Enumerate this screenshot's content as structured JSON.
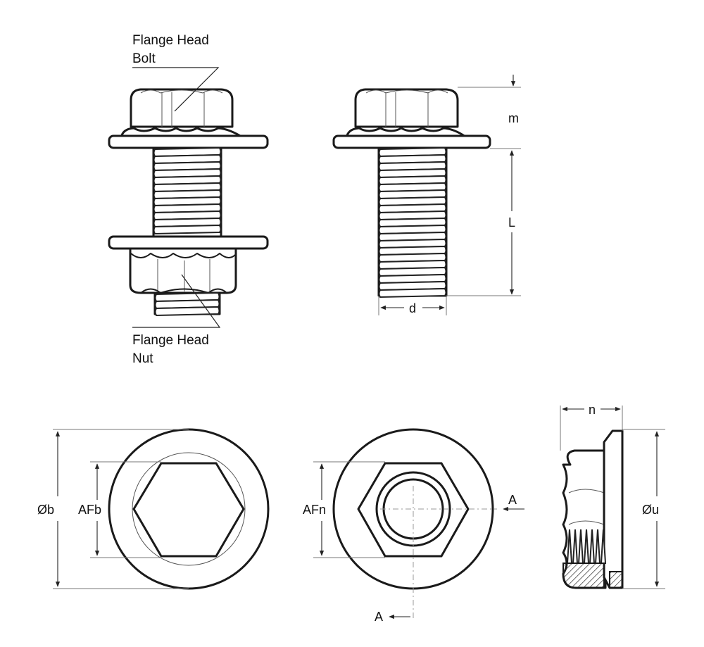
{
  "labels": {
    "bolt_line1": "Flange Head",
    "bolt_line2": "Bolt",
    "nut_line1": "Flange Head",
    "nut_line2": "Nut"
  },
  "dimensions": {
    "m": "m",
    "L": "L",
    "d": "d",
    "n": "n",
    "Ob": "Øb",
    "AFb": "AFb",
    "AFn": "AFn",
    "Ou": "Øu",
    "A_right": "A",
    "A_bottom": "A"
  },
  "colors": {
    "outline": "#1a1a1a",
    "dimension_line": "#777777",
    "background": "#ffffff"
  }
}
